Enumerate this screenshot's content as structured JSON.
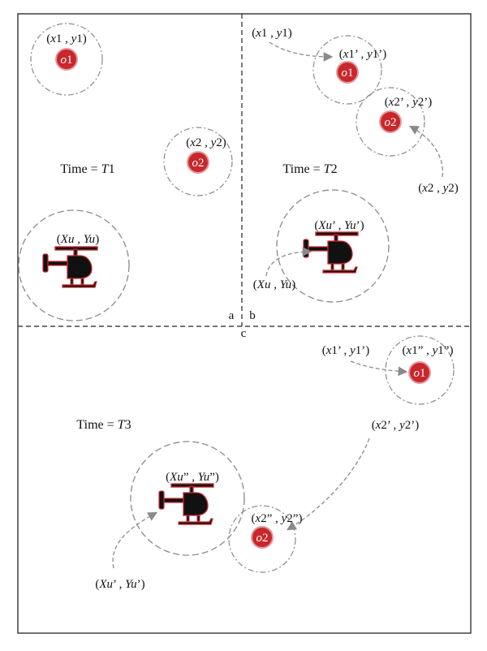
{
  "colors": {
    "object_fill": "#c8272c",
    "object_stroke": "#e59a9c",
    "helicopter_body": "#111111",
    "helicopter_outline": "#c8272c",
    "range_circle": "#8a8a8a",
    "arrow": "#8a8a8a",
    "frame": "#222222"
  },
  "panels": {
    "a": {
      "letter": "a",
      "time": {
        "prefix": "Time = ",
        "var": "T",
        "num": "1"
      }
    },
    "b": {
      "letter": "b",
      "time": {
        "prefix": "Time = ",
        "var": "T",
        "num": "2"
      }
    },
    "c": {
      "letter": "c",
      "time": {
        "prefix": "Time = ",
        "var": "T",
        "num": "3"
      }
    }
  },
  "objects": {
    "o1": {
      "var": "o",
      "num": "1"
    },
    "o2": {
      "var": "o",
      "num": "2"
    }
  },
  "labels": {
    "a_o1": [
      "(",
      "x",
      "1 , ",
      "y",
      "1)"
    ],
    "a_o2": [
      "(",
      "x",
      "2 , ",
      "y",
      "2)"
    ],
    "a_uav": [
      "(",
      "Xu",
      " , ",
      "Yu",
      ")"
    ],
    "b_o1_prev": [
      "(",
      "x",
      "1 , ",
      "y",
      "1)"
    ],
    "b_o1_new": [
      "(",
      "x",
      "1’ , ",
      "y",
      "1’)"
    ],
    "b_o2_new": [
      "(",
      "x",
      "2’ , ",
      "y",
      "2’)"
    ],
    "b_o2_prev": [
      "(",
      "x",
      "2 , ",
      "y",
      "2)"
    ],
    "b_uav_new": [
      "(",
      "Xu",
      "’ , ",
      "Yu",
      "’)"
    ],
    "b_uav_prev": [
      "(",
      "Xu",
      " , ",
      "Yu",
      ")"
    ],
    "c_o1_prev": [
      "(",
      "x",
      "1’ , ",
      "y",
      "1’)"
    ],
    "c_o1_new": [
      "(",
      "x",
      "1” , ",
      "y",
      "1”)"
    ],
    "c_o2_prev": [
      "(",
      "x",
      "2’ , ",
      "y",
      "2’)"
    ],
    "c_o2_new": [
      "(",
      "x",
      "2” , ",
      "y",
      "2”)"
    ],
    "c_uav_new": [
      "(",
      "Xu",
      "” , ",
      "Yu",
      "”)"
    ],
    "c_uav_prev": [
      "(",
      "Xu",
      "’ , ",
      "Yu",
      "’)"
    ]
  },
  "icons": {
    "uav": "helicopter-icon",
    "target": "circle-marker-icon"
  }
}
